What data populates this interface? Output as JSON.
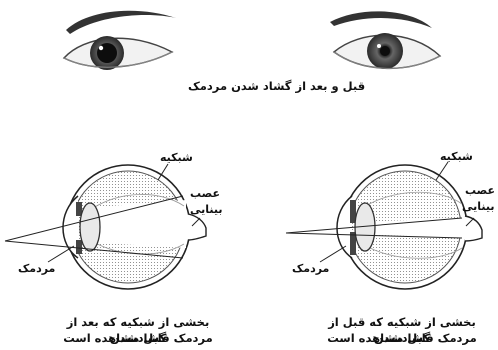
{
  "header_caption": "قبل و بعد از گشاد شدن مردمک",
  "left_diagram": {
    "retina_label": "شبکیه",
    "optic_nerve_label_line1": "عصب",
    "optic_nerve_label_line2": "بینایی",
    "pupil_label": "مردمک",
    "caption_line1": "بخشی از شبکیه که بعد از گشادشدن",
    "caption_line2": "مردمک قابل مشاهده است"
  },
  "right_diagram": {
    "retina_label": "شبکیه",
    "optic_nerve_label_line1": "عصب",
    "optic_nerve_label_line2": "بینایی",
    "pupil_label": "مردمک",
    "caption_line1": "بخشی از شبکیه که قبل از گشادشدن",
    "caption_line2": "مردمک قابل مشاهده است"
  }
}
